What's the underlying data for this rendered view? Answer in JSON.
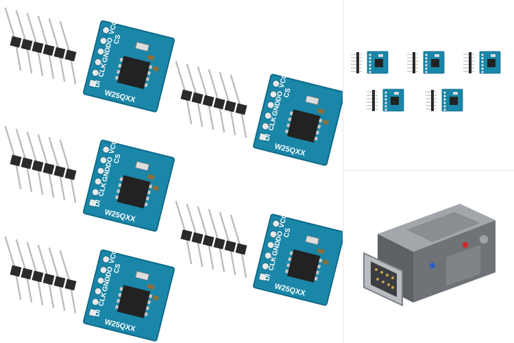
{
  "module": {
    "chip_label": "W25QXX",
    "pins": [
      "VCC",
      "CS",
      "DO",
      "GND",
      "CLK",
      "DI"
    ]
  },
  "colors": {
    "pcb": "#1a86a8",
    "pcb_edge": "#0f6a88",
    "pin_metal": "#b9bcc0",
    "pin_plastic": "#2a2a2a",
    "chip": "#222222",
    "connector_body": "#7b7e82"
  }
}
